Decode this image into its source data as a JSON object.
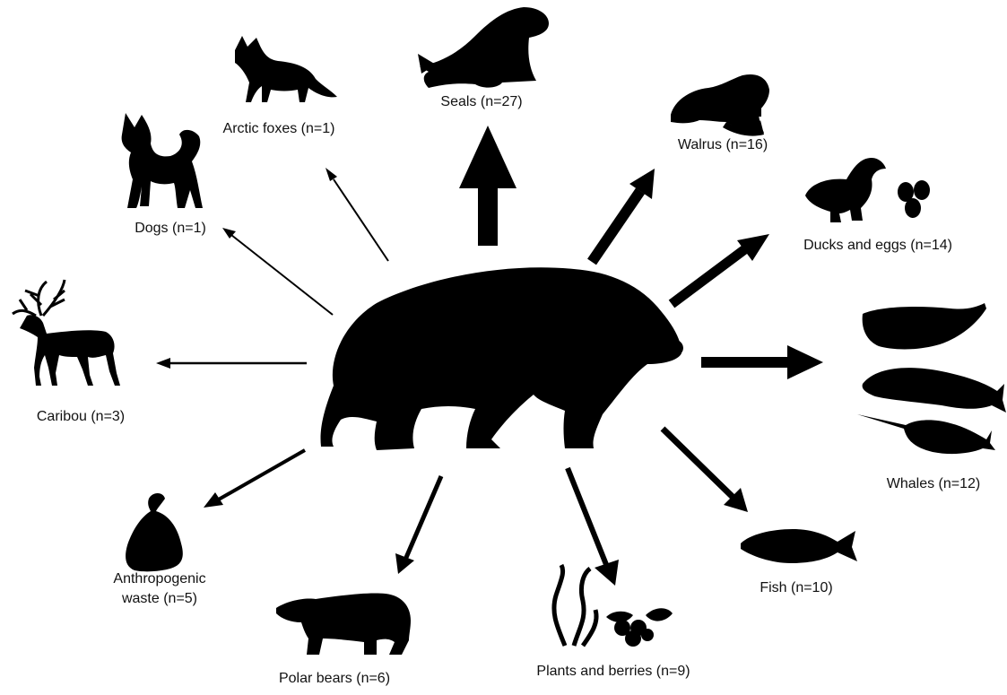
{
  "diagram": {
    "center": {
      "icon": "polar-bear-silhouette"
    },
    "items": [
      {
        "id": "seals",
        "label": "Seals (n=27)",
        "n": 27,
        "icon": "seal-silhouette"
      },
      {
        "id": "arctic-foxes",
        "label": "Arctic foxes (n=1)",
        "n": 1,
        "icon": "fox-silhouette"
      },
      {
        "id": "dogs",
        "label": "Dogs (n=1)",
        "n": 1,
        "icon": "dog-silhouette"
      },
      {
        "id": "caribou",
        "label": "Caribou (n=3)",
        "n": 3,
        "icon": "caribou-silhouette"
      },
      {
        "id": "anthropogenic-waste",
        "label_lines": [
          "Anthropogenic",
          "waste (n=5)"
        ],
        "n": 5,
        "icon": "garbage-bag-silhouette"
      },
      {
        "id": "polar-bears",
        "label": "Polar bears (n=6)",
        "n": 6,
        "icon": "polar-bear-silhouette"
      },
      {
        "id": "plants-berries",
        "label": "Plants and berries (n=9)",
        "n": 9,
        "icon": "seaweed-berries-silhouette"
      },
      {
        "id": "fish",
        "label": "Fish (n=10)",
        "n": 10,
        "icon": "fish-silhouette"
      },
      {
        "id": "whales",
        "label": "Whales (n=12)",
        "n": 12,
        "icon": "whale-silhouettes"
      },
      {
        "id": "ducks-eggs",
        "label": "Ducks and eggs (n=14)",
        "n": 14,
        "icon": "duck-eggs-silhouette"
      },
      {
        "id": "walrus",
        "label": "Walrus (n=16)",
        "n": 16,
        "icon": "walrus-silhouette"
      }
    ],
    "colors": {
      "silhouette": "#000000",
      "arrow": "#000000",
      "text": "#111111",
      "background": "#ffffff"
    }
  }
}
